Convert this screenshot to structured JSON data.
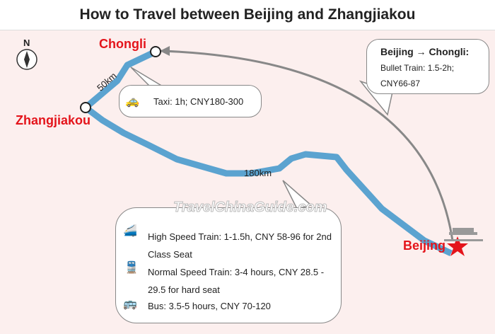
{
  "title": "How to Travel between Beijing and Zhangjiakou",
  "compass": "N",
  "cities": {
    "chongli": "Chongli",
    "zhangjiakou": "Zhangjiakou",
    "beijing": "Beijing"
  },
  "distances": {
    "zhangjiakou_chongli": "50km",
    "beijing_zhangjiakou": "180km"
  },
  "taxi": "Taxi: 1h; CNY180-300",
  "beijing_chongli": {
    "heading": "Beijing → Chongli:",
    "line1": "Bullet Train: 1.5-2h;",
    "line2": "CNY66-87"
  },
  "options": [
    {
      "icon": "high-speed-train-icon",
      "text": "High Speed Train: 1-1.5h, CNY 58-96 for 2nd Class Seat"
    },
    {
      "icon": "train-icon",
      "text": "Normal Speed Train: 3-4 hours, CNY 28.5 - 29.5 for hard seat"
    },
    {
      "icon": "bus-icon",
      "text": "Bus: 3.5-5 hours, CNY 70-120"
    }
  ],
  "watermark": "TravelChinaGuide.com",
  "colors": {
    "route": "#5ba3d0",
    "city": "#e4141b",
    "icon": "#ee7722"
  }
}
